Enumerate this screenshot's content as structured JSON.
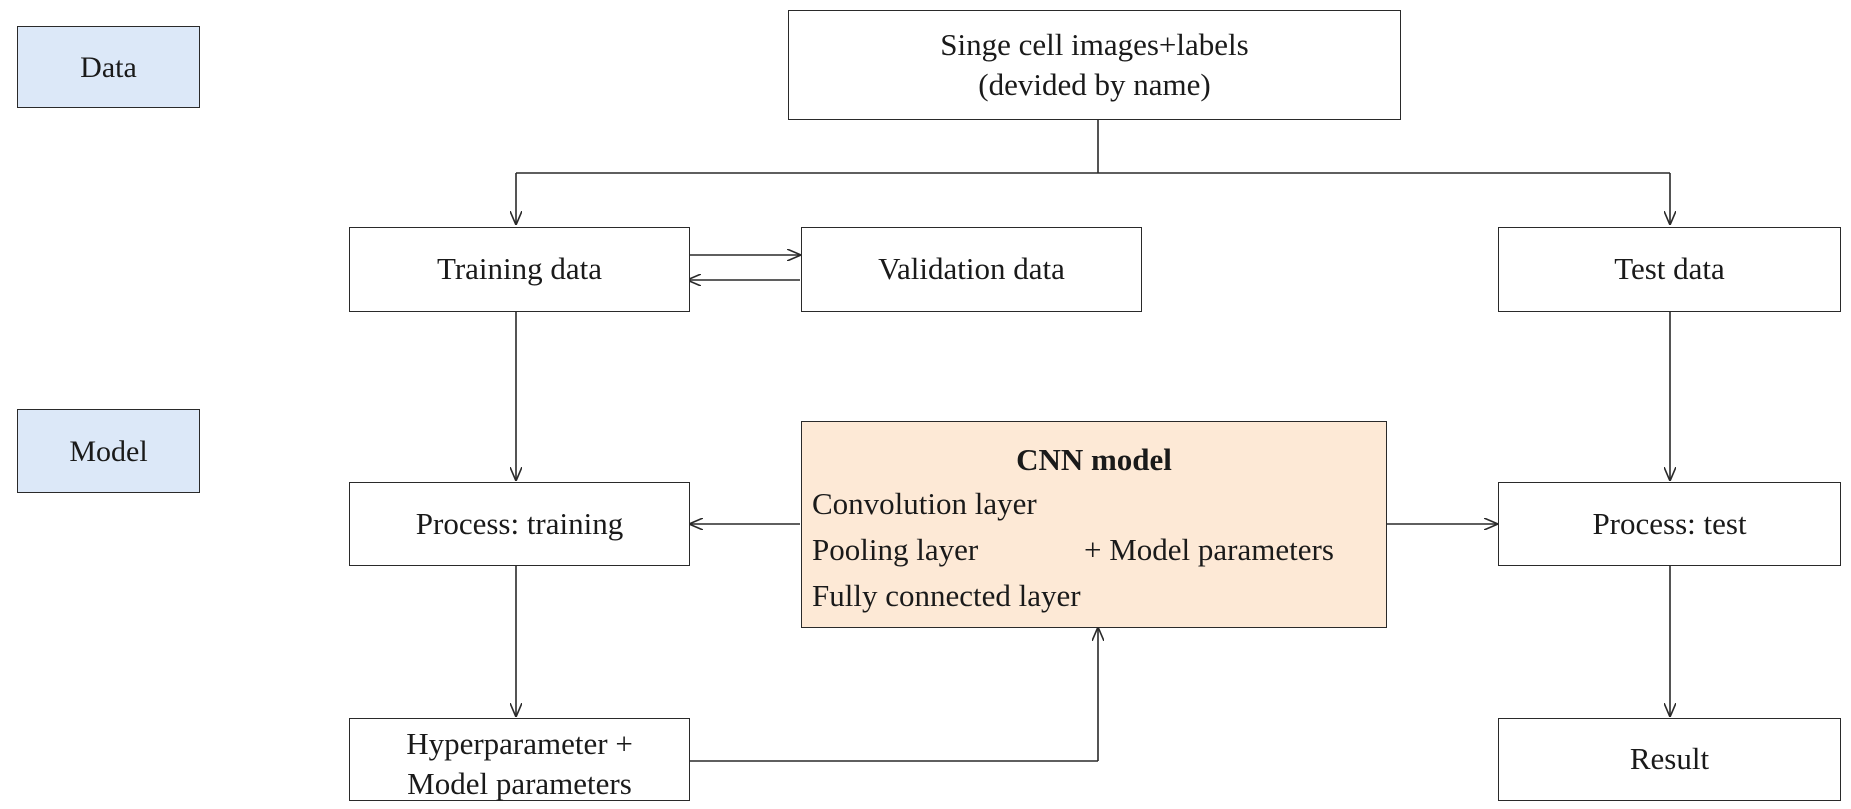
{
  "sections": {
    "data_label": "Data",
    "model_label": "Model"
  },
  "nodes": {
    "dataset": {
      "line1": "Singe cell images+labels",
      "line2": "(devided by name)"
    },
    "training_data": "Training data",
    "validation_data": "Validation data",
    "test_data": "Test data",
    "process_training": "Process: training",
    "process_test": "Process: test",
    "hyperparameter": {
      "line1": "Hyperparameter +",
      "line2": "Model parameters"
    },
    "result": "Result",
    "cnn_model": {
      "title": "CNN model",
      "layer1": "Convolution layer",
      "layer2": "Pooling layer",
      "layer3": "Fully connected layer",
      "params": "+ Model parameters"
    }
  },
  "colors": {
    "section_fill": "#dce8f8",
    "cnn_fill": "#fde9d6",
    "stroke": "#2a2a2a"
  }
}
